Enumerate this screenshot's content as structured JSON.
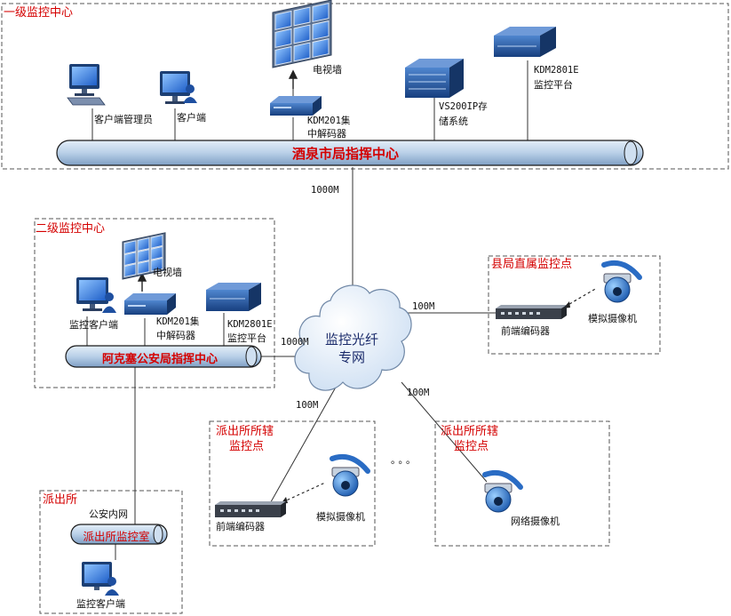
{
  "zones": {
    "level1": "一级监控中心",
    "level2": "二级监控中心",
    "county": "县局直属监控点",
    "police_station": "派出所",
    "jurisdiction_left": [
      "派出所所辖",
      "监控点"
    ],
    "jurisdiction_right": [
      "派出所所辖",
      "监控点"
    ]
  },
  "level1": {
    "bus": "酒泉市局指挥中心",
    "client_admin": "客户端管理员",
    "client": "客户端",
    "tv_wall": "电视墙",
    "decoder": [
      "KDM201集",
      "中解码器"
    ],
    "storage": [
      "VS200IP存",
      "储系统"
    ],
    "platform": [
      "KDM2801E",
      "监控平台"
    ]
  },
  "level2": {
    "bus": "阿克塞公安局指挥中心",
    "tv_wall": "电视墙",
    "client": "监控客户端",
    "decoder": [
      "KDM201集",
      "中解码器"
    ],
    "platform": [
      "KDM2801E",
      "监控平台"
    ]
  },
  "network": {
    "cloud": [
      "监控光纤",
      "专网"
    ],
    "link_top": "1000M",
    "link_level2": "1000M",
    "link_county": "100M",
    "link_left": "100M",
    "link_right": "100M",
    "ellipsis": "。。。"
  },
  "county": {
    "encoder": "前端编码器",
    "camera": "模拟摄像机"
  },
  "jurisdiction_left": {
    "encoder": "前端编码器",
    "camera": "模拟摄像机"
  },
  "jurisdiction_right": {
    "camera": "网络摄像机"
  },
  "police_station": {
    "intranet": "公安内网",
    "bus": "派出所监控室",
    "client": "监控客户端"
  },
  "colors": {
    "zone_label": "#d40000",
    "bus_fill": "#b9d0e8",
    "cloud_fill": "#e8f1fb",
    "device_blue": "#2a5ea8"
  },
  "icons": {
    "monitor": "monitor-icon",
    "user": "user-icon",
    "server": "server-icon",
    "tv_wall": "tv-wall-icon",
    "camera": "dome-camera-icon",
    "encoder": "encoder-icon"
  }
}
